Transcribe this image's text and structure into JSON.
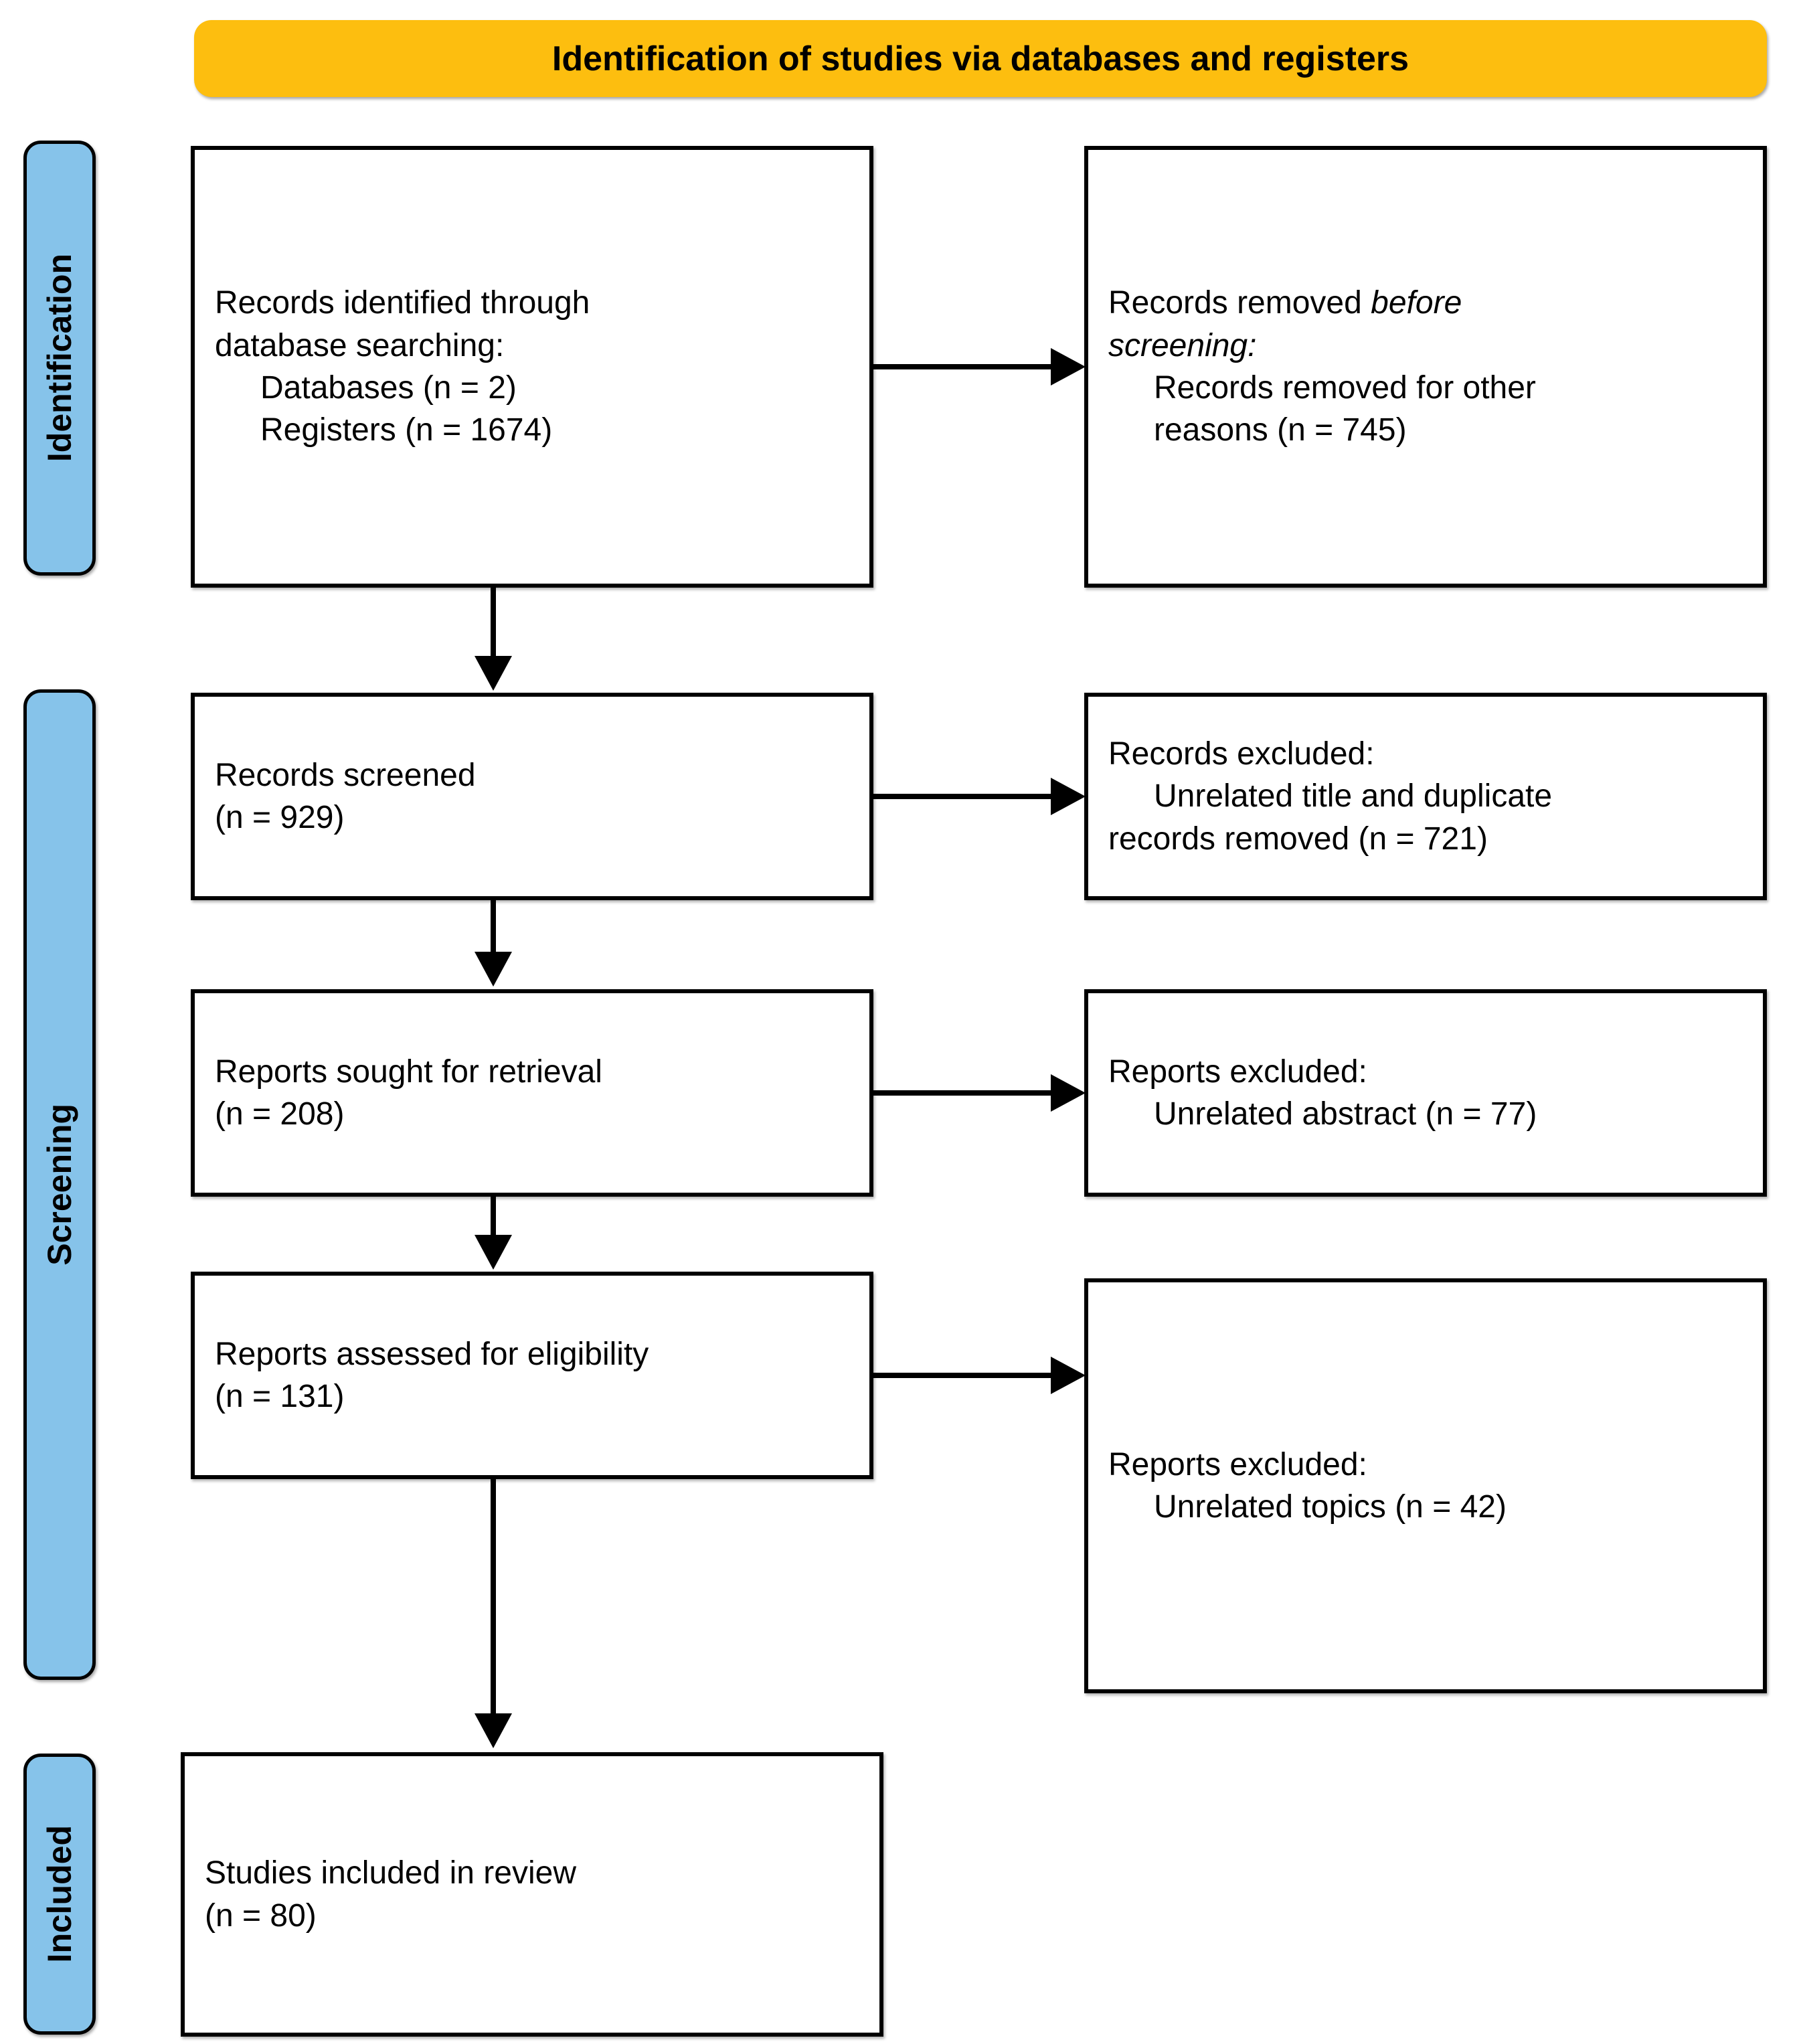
{
  "diagram": {
    "title": "Identification of studies via databases and registers",
    "colors": {
      "banner": "#FDBE0F",
      "stage_pill": "#86C3EA",
      "box_border": "#000000",
      "box_fill": "#FFFFFF",
      "connector": "#000000",
      "text": "#000000"
    },
    "stages": [
      {
        "id": "identification",
        "label": "Identification"
      },
      {
        "id": "screening",
        "label": "Screening"
      },
      {
        "id": "included",
        "label": "Included"
      }
    ],
    "boxes": {
      "identified": {
        "line1": "Records identified through",
        "line2": "database searching:",
        "line3": "Databases (n = 2)",
        "line4": "Registers (n = 1674)"
      },
      "removed_before": {
        "line1_plain": "Records removed ",
        "line1_italic": "before",
        "line2_italic": "screening:",
        "line3": "Records removed for other",
        "line4": "reasons (n = 745)"
      },
      "screened": {
        "line1": "Records screened",
        "line2": "(n = 929)"
      },
      "excluded_records": {
        "line1": "Records excluded:",
        "line2": "Unrelated title and duplicate",
        "line3": "records removed (n = 721)"
      },
      "sought": {
        "line1": "Reports sought for retrieval",
        "line2": "(n = 208)"
      },
      "excluded_abstract": {
        "line1": "Reports excluded:",
        "line2": "Unrelated abstract (n = 77)"
      },
      "assessed": {
        "line1": "Reports assessed for eligibility",
        "line2": "(n = 131)"
      },
      "excluded_topics": {
        "line1": "Reports excluded:",
        "line2": "Unrelated topics (n = 42)"
      },
      "included": {
        "line1": "Studies included in review",
        "line2": "(n = 80)"
      }
    },
    "counts": {
      "databases": 2,
      "registers": 1674,
      "removed_before_screening": 745,
      "records_screened": 929,
      "records_excluded_title_duplicate": 721,
      "reports_sought": 208,
      "reports_excluded_abstract": 77,
      "reports_assessed": 131,
      "reports_excluded_topics": 42,
      "studies_included": 80
    }
  }
}
